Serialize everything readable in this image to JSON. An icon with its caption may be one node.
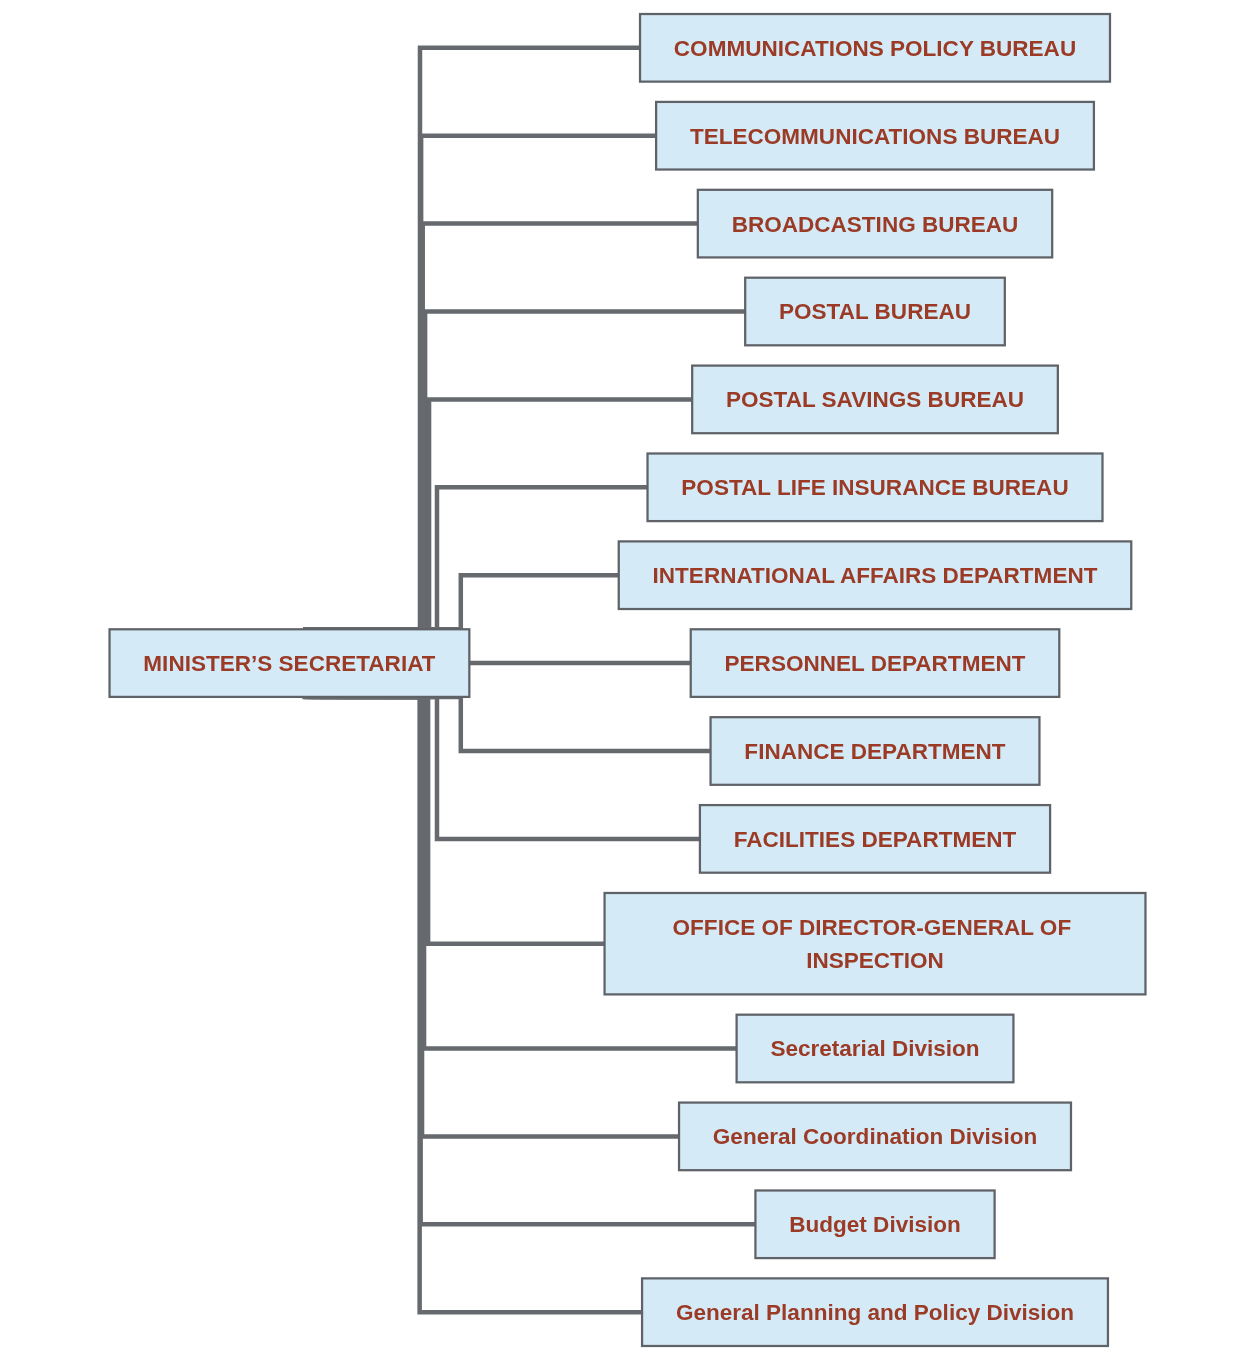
{
  "diagram": {
    "nodes": [
      {
        "text": [
          "MINISTER’S SECRETARIAT"
        ]
      },
      {
        "text": [
          "COMMUNICATIONS POLICY BUREAU"
        ]
      },
      {
        "text": [
          "TELECOMMUNICATIONS BUREAU"
        ]
      },
      {
        "text": [
          "BROADCASTING BUREAU"
        ]
      },
      {
        "text": [
          "POSTAL BUREAU"
        ]
      },
      {
        "text": [
          "POSTAL SAVINGS BUREAU"
        ]
      },
      {
        "text": [
          "POSTAL LIFE INSURANCE BUREAU"
        ]
      },
      {
        "text": [
          "INTERNATIONAL AFFAIRS DEPARTMENT"
        ]
      },
      {
        "text": [
          "PERSONNEL DEPARTMENT"
        ]
      },
      {
        "text": [
          "FINANCE DEPARTMENT"
        ]
      },
      {
        "text": [
          "FACILITIES DEPARTMENT"
        ]
      },
      {
        "text": [
          "OFFICE OF DIRECTOR-GENERAL OF INSPECTION"
        ]
      },
      {
        "text": [
          "Secretarial Division"
        ]
      },
      {
        "text": [
          "General Coordination Division"
        ]
      },
      {
        "text": [
          "Budget Division"
        ]
      },
      {
        "text": [
          "General Planning and Policy Division"
        ]
      }
    ],
    "edges": [
      {
        "from": 0,
        "to": 1,
        "arrow": "none"
      },
      {
        "from": 0,
        "to": 2,
        "arrow": "none"
      },
      {
        "from": 0,
        "to": 3,
        "arrow": "none"
      },
      {
        "from": 0,
        "to": 4,
        "arrow": "none"
      },
      {
        "from": 0,
        "to": 5,
        "arrow": "none"
      },
      {
        "from": 0,
        "to": 6,
        "arrow": "none"
      },
      {
        "from": 0,
        "to": 7,
        "arrow": "none"
      },
      {
        "from": 0,
        "to": 8,
        "arrow": "none"
      },
      {
        "from": 0,
        "to": 9,
        "arrow": "none"
      },
      {
        "from": 0,
        "to": 10,
        "arrow": "none"
      },
      {
        "from": 0,
        "to": 11,
        "arrow": "none"
      },
      {
        "from": 0,
        "to": 12,
        "arrow": "none"
      },
      {
        "from": 0,
        "to": 13,
        "arrow": "none"
      },
      {
        "from": 0,
        "to": 14,
        "arrow": "none"
      },
      {
        "from": 0,
        "to": 15,
        "arrow": "none"
      }
    ]
  }
}
